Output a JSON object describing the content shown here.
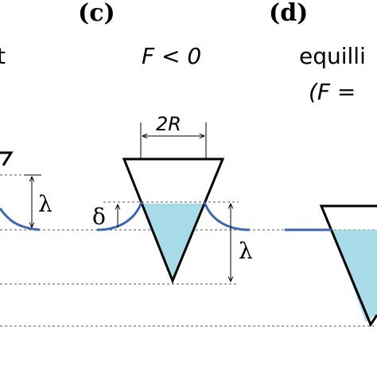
{
  "panels": {
    "c": {
      "label": "(c)",
      "condition": "F < 0"
    },
    "d": {
      "label": "(d)",
      "condition_prefix": "(F =",
      "title_fragment": "equilli"
    },
    "left_fragment": "t"
  },
  "symbols": {
    "lambda": "λ",
    "delta": "δ",
    "radius": "2R"
  }
}
